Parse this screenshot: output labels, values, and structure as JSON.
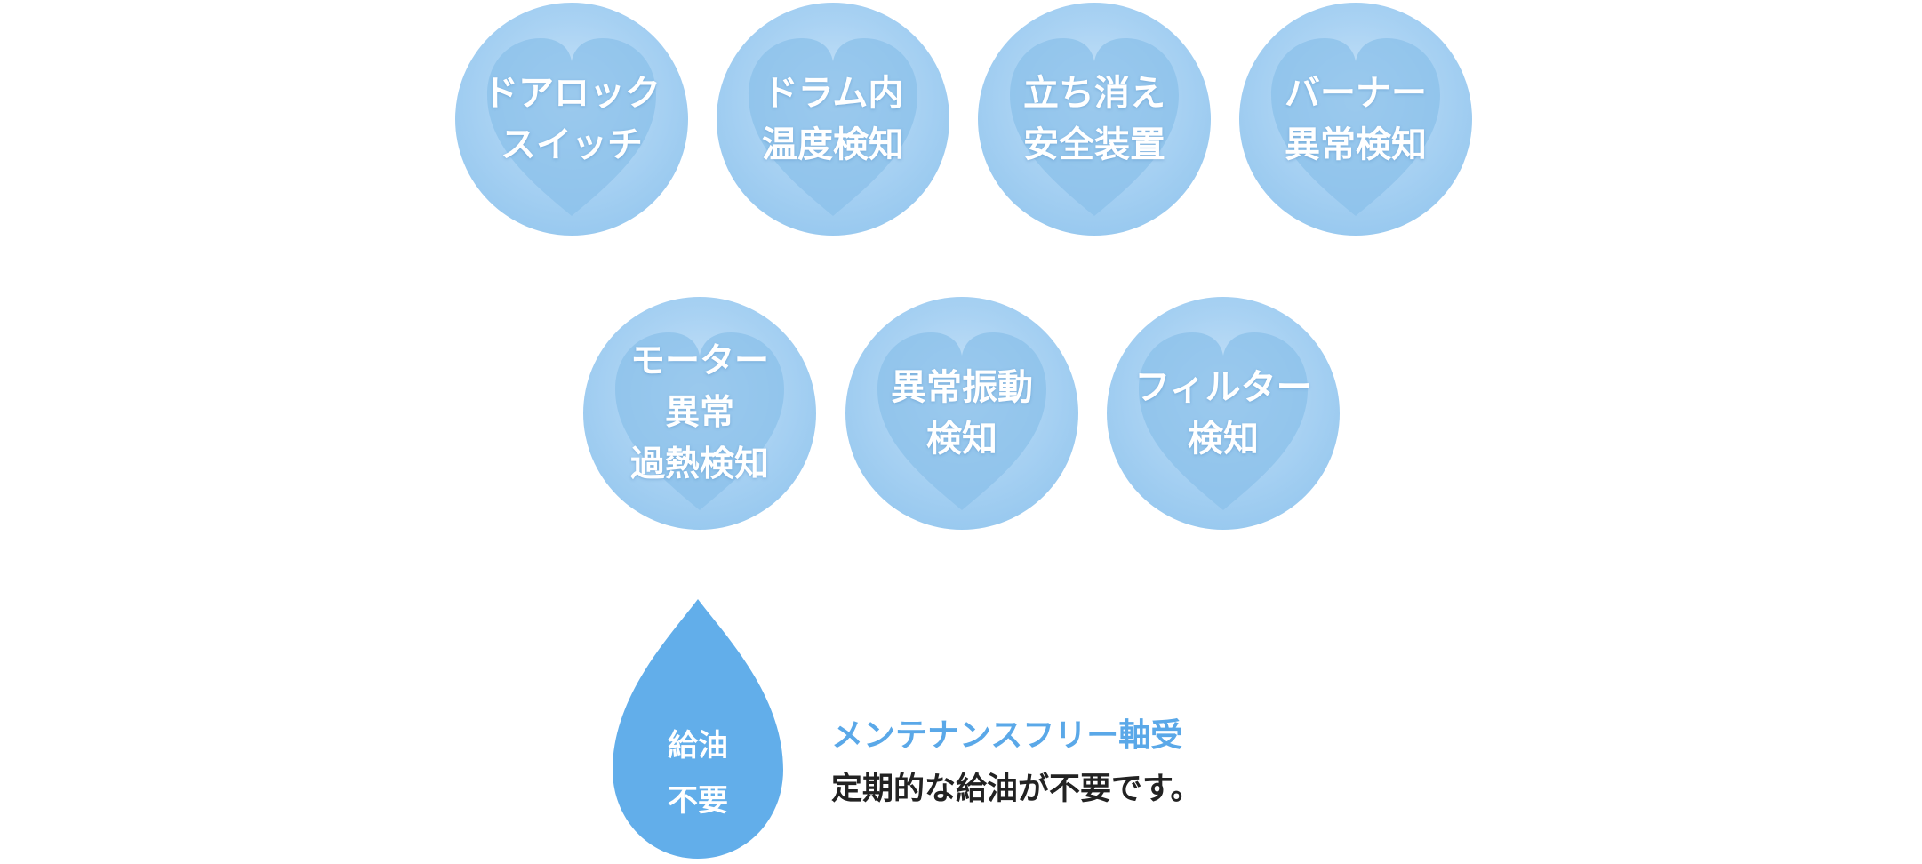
{
  "colors": {
    "badge_bg": "#a9d2f3",
    "heart": "#8bc0ea",
    "drop": "#62aeea",
    "title_accent": "#5aa8e8",
    "body_text": "#222222"
  },
  "features": [
    {
      "icon": "heart-icon",
      "lines": [
        "ドアロック",
        "スイッチ"
      ]
    },
    {
      "icon": "heart-icon",
      "lines": [
        "ドラム内",
        "温度検知"
      ]
    },
    {
      "icon": "heart-icon",
      "lines": [
        "立ち消え",
        "安全装置"
      ]
    },
    {
      "icon": "heart-icon",
      "lines": [
        "バーナー",
        "異常検知"
      ]
    },
    {
      "icon": "heart-icon",
      "lines": [
        "モーター",
        "異常",
        "過熱検知"
      ]
    },
    {
      "icon": "heart-icon",
      "lines": [
        "異常振動",
        "検知"
      ]
    },
    {
      "icon": "heart-icon",
      "lines": [
        "フィルター",
        "検知"
      ]
    }
  ],
  "maintenance": {
    "icon": "water-drop-icon",
    "drop_lines": [
      "給油",
      "不要"
    ],
    "title": "メンテナンスフリー軸受",
    "description": "定期的な給油が不要です。"
  }
}
